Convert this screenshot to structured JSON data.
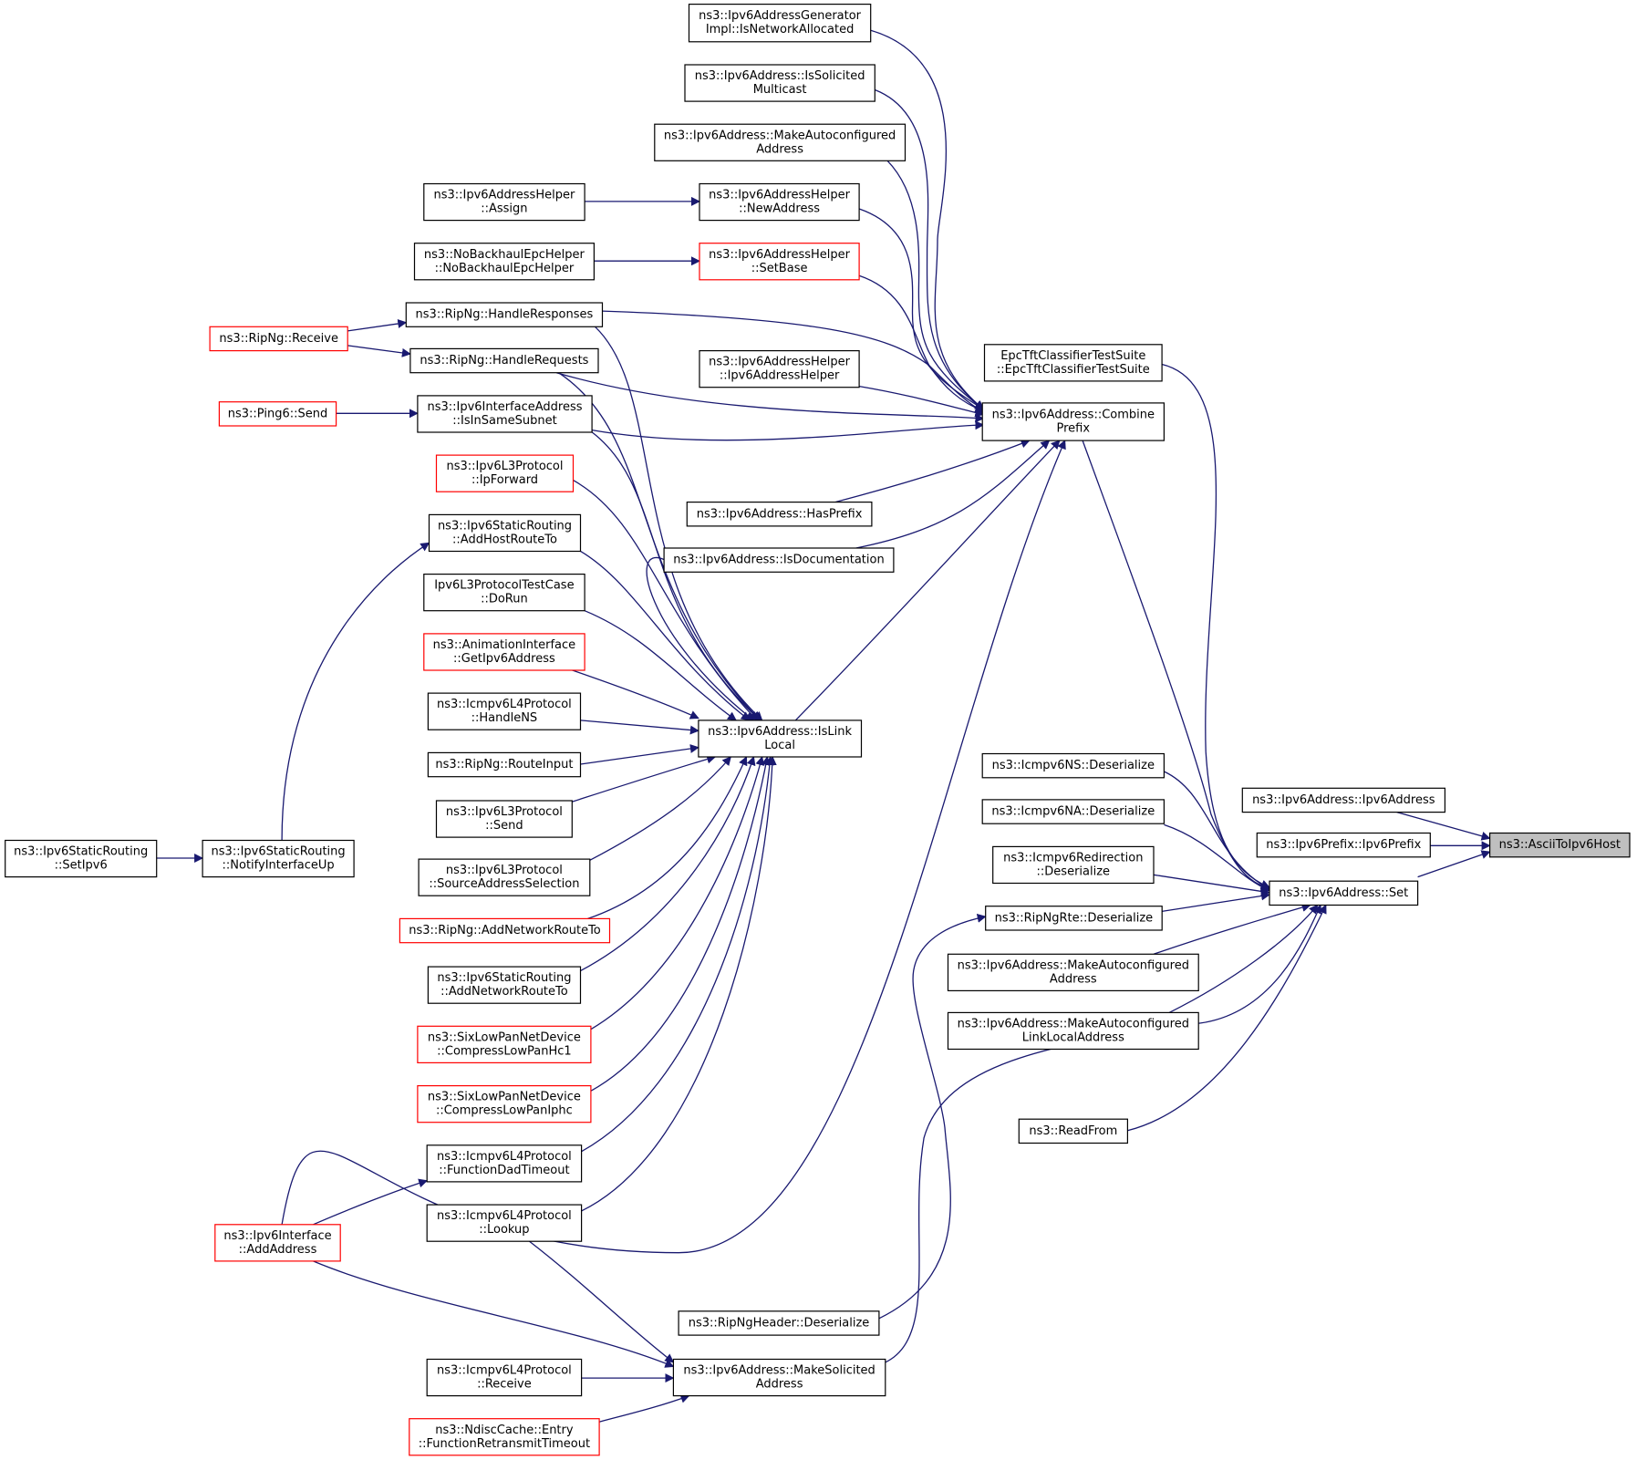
{
  "colors": {
    "edge": "#191970",
    "normal_border": "#000000",
    "red_border": "#ff0000",
    "focus_fill": "#bfbfbf"
  },
  "nodes": [
    {
      "id": "n_isnetalloc",
      "lines": [
        "ns3::Ipv6AddressGenerator",
        "Impl::IsNetworkAllocated"
      ]
    },
    {
      "id": "n_issolicited",
      "lines": [
        "ns3::Ipv6Address::IsSolicited",
        "Multicast"
      ]
    },
    {
      "id": "n_makeautoconf_top",
      "lines": [
        "ns3::Ipv6Address::MakeAutoconfigured",
        "Address"
      ]
    },
    {
      "id": "n_helper_assign",
      "lines": [
        "ns3::Ipv6AddressHelper",
        "::Assign"
      ]
    },
    {
      "id": "n_helper_newaddr",
      "lines": [
        "ns3::Ipv6AddressHelper",
        "::NewAddress"
      ]
    },
    {
      "id": "n_nobackhaul",
      "lines": [
        "ns3::NoBackhaulEpcHelper",
        "::NoBackhaulEpcHelper"
      ]
    },
    {
      "id": "n_helper_setbase",
      "lines": [
        "ns3::Ipv6AddressHelper",
        "::SetBase"
      ],
      "red": true
    },
    {
      "id": "n_handleresponses",
      "lines": [
        "ns3::RipNg::HandleResponses"
      ]
    },
    {
      "id": "n_ripng_receive",
      "lines": [
        "ns3::RipNg::Receive"
      ],
      "red": true
    },
    {
      "id": "n_handlerequests",
      "lines": [
        "ns3::RipNg::HandleRequests"
      ]
    },
    {
      "id": "n_epctft",
      "lines": [
        "EpcTftClassifierTestSuite",
        "::EpcTftClassifierTestSuite"
      ]
    },
    {
      "id": "n_helper_ctor",
      "lines": [
        "ns3::Ipv6AddressHelper",
        "::Ipv6AddressHelper"
      ]
    },
    {
      "id": "n_ping6send",
      "lines": [
        "ns3::Ping6::Send"
      ],
      "red": true
    },
    {
      "id": "n_insamesubnet",
      "lines": [
        "ns3::Ipv6InterfaceAddress",
        "::IsInSameSubnet"
      ]
    },
    {
      "id": "n_combineprefix",
      "lines": [
        "ns3::Ipv6Address::Combine",
        "Prefix"
      ]
    },
    {
      "id": "n_ipforward",
      "lines": [
        "ns3::Ipv6L3Protocol",
        "::IpForward"
      ],
      "red": true
    },
    {
      "id": "n_hasprefix",
      "lines": [
        "ns3::Ipv6Address::HasPrefix"
      ]
    },
    {
      "id": "n_addhostroute",
      "lines": [
        "ns3::Ipv6StaticRouting",
        "::AddHostRouteTo"
      ]
    },
    {
      "id": "n_isdoc",
      "lines": [
        "ns3::Ipv6Address::IsDocumentation"
      ]
    },
    {
      "id": "n_l3testcase",
      "lines": [
        "Ipv6L3ProtocolTestCase",
        "::DoRun"
      ]
    },
    {
      "id": "n_getipv6addr",
      "lines": [
        "ns3::AnimationInterface",
        "::GetIpv6Address"
      ],
      "red": true
    },
    {
      "id": "n_handlens",
      "lines": [
        "ns3::Icmpv6L4Protocol",
        "::HandleNS"
      ]
    },
    {
      "id": "n_islinklocal",
      "lines": [
        "ns3::Ipv6Address::IsLink",
        "Local"
      ]
    },
    {
      "id": "n_routeinput",
      "lines": [
        "ns3::RipNg::RouteInput"
      ]
    },
    {
      "id": "n_icmpv6ns_deser",
      "lines": [
        "ns3::Icmpv6NS::Deserialize"
      ]
    },
    {
      "id": "n_ipv6addr_ctor",
      "lines": [
        "ns3::Ipv6Address::Ipv6Address"
      ]
    },
    {
      "id": "n_l3send",
      "lines": [
        "ns3::Ipv6L3Protocol",
        "::Send"
      ]
    },
    {
      "id": "n_icmpv6na_deser",
      "lines": [
        "ns3::Icmpv6NA::Deserialize"
      ]
    },
    {
      "id": "n_ipv6prefix_ctor",
      "lines": [
        "ns3::Ipv6Prefix::Ipv6Prefix"
      ]
    },
    {
      "id": "n_asciitohost",
      "lines": [
        "ns3::AsciiToIpv6Host"
      ],
      "focus": true
    },
    {
      "id": "n_setipv6",
      "lines": [
        "ns3::Ipv6StaticRouting",
        "::SetIpv6"
      ]
    },
    {
      "id": "n_notifyup",
      "lines": [
        "ns3::Ipv6StaticRouting",
        "::NotifyInterfaceUp"
      ]
    },
    {
      "id": "n_srcaddrsel",
      "lines": [
        "ns3::Ipv6L3Protocol",
        "::SourceAddressSelection"
      ]
    },
    {
      "id": "n_redirection_deser",
      "lines": [
        "ns3::Icmpv6Redirection",
        "::Deserialize"
      ]
    },
    {
      "id": "n_ipv6addr_set",
      "lines": [
        "ns3::Ipv6Address::Set"
      ]
    },
    {
      "id": "n_addnetroute_ripng",
      "lines": [
        "ns3::RipNg::AddNetworkRouteTo"
      ],
      "red": true
    },
    {
      "id": "n_ripngrte_deser",
      "lines": [
        "ns3::RipNgRte::Deserialize"
      ]
    },
    {
      "id": "n_addnetroute_static",
      "lines": [
        "ns3::Ipv6StaticRouting",
        "::AddNetworkRouteTo"
      ]
    },
    {
      "id": "n_makeautoconf_mid",
      "lines": [
        "ns3::Ipv6Address::MakeAutoconfigured",
        "Address"
      ]
    },
    {
      "id": "n_makeautoconf_ll",
      "lines": [
        "ns3::Ipv6Address::MakeAutoconfigured",
        "LinkLocalAddress"
      ]
    },
    {
      "id": "n_compresshc1",
      "lines": [
        "ns3::SixLowPanNetDevice",
        "::CompressLowPanHc1"
      ],
      "red": true
    },
    {
      "id": "n_compressiphc",
      "lines": [
        "ns3::SixLowPanNetDevice",
        "::CompressLowPanIphc"
      ],
      "red": true
    },
    {
      "id": "n_readfrom",
      "lines": [
        "ns3::ReadFrom"
      ]
    },
    {
      "id": "n_dadtimeout",
      "lines": [
        "ns3::Icmpv6L4Protocol",
        "::FunctionDadTimeout"
      ]
    },
    {
      "id": "n_lookup",
      "lines": [
        "ns3::Icmpv6L4Protocol",
        "::Lookup"
      ]
    },
    {
      "id": "n_addaddress",
      "lines": [
        "ns3::Ipv6Interface",
        "::AddAddress"
      ],
      "red": true
    },
    {
      "id": "n_ripngheader_deser",
      "lines": [
        "ns3::RipNgHeader::Deserialize"
      ]
    },
    {
      "id": "n_icmp_receive",
      "lines": [
        "ns3::Icmpv6L4Protocol",
        "::Receive"
      ]
    },
    {
      "id": "n_makesolicited",
      "lines": [
        "ns3::Ipv6Address::MakeSolicited",
        "Address"
      ]
    },
    {
      "id": "n_retransmit",
      "lines": [
        "ns3::NdiscCache::Entry",
        "::FunctionRetransmitTimeout"
      ],
      "red": true
    }
  ]
}
